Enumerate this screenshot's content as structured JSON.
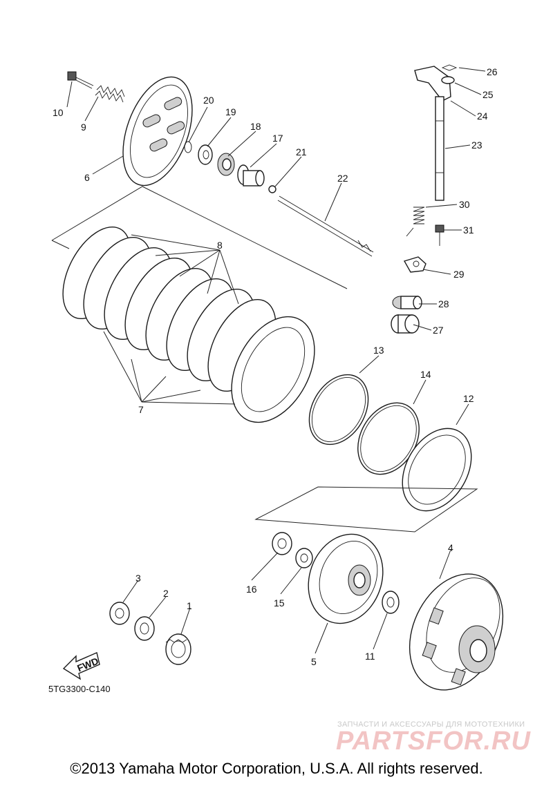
{
  "diagram": {
    "code": "5TG3300-C140",
    "fwd_label": "FWD",
    "part_numbers": [
      "1",
      "2",
      "3",
      "4",
      "5",
      "6",
      "7",
      "8",
      "9",
      "10",
      "11",
      "12",
      "13",
      "14",
      "15",
      "16",
      "17",
      "18",
      "19",
      "20",
      "21",
      "22",
      "23",
      "24",
      "25",
      "26",
      "27",
      "28",
      "29",
      "30",
      "31"
    ]
  },
  "watermark": {
    "subtitle": "ЗАПЧАСТИ И АКСЕССУАРЫ ДЛЯ МОТОТЕХНИКИ",
    "logo": "PARTSFOR.RU"
  },
  "footer": {
    "copyright": "©2013 Yamaha Motor Corporation, U.S.A. All rights reserved."
  }
}
